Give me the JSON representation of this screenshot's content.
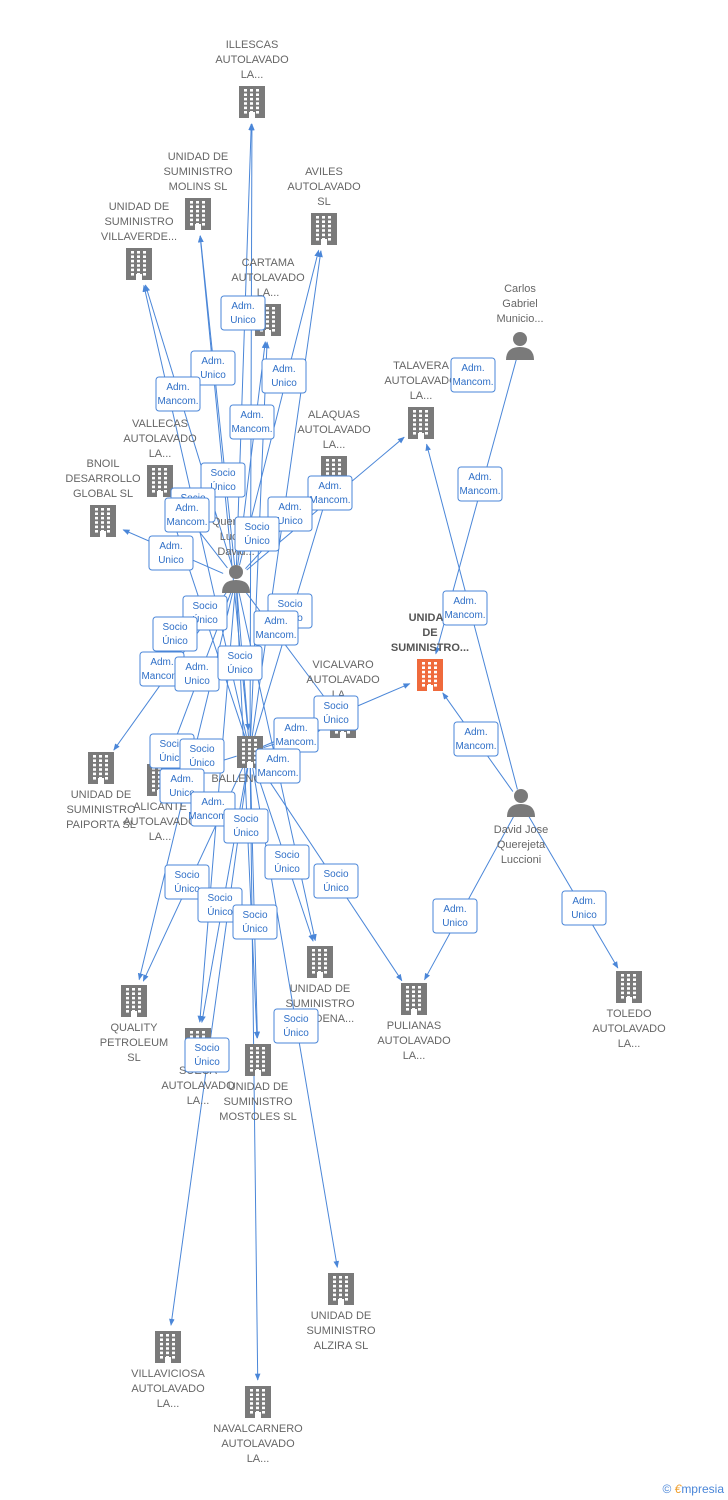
{
  "colors": {
    "building": "#7a7a7a",
    "building_focus": "#ef6a3c",
    "person": "#7a7a7a",
    "edge": "#4a86d8",
    "badge_text": "#2f6fc7"
  },
  "nodes": [
    {
      "id": "illescas",
      "kind": "company",
      "lines": [
        "ILLESCAS",
        "AUTOLAVADO",
        "LA..."
      ]
    },
    {
      "id": "molins",
      "kind": "company",
      "lines": [
        "UNIDAD DE",
        "SUMINISTRO",
        "MOLINS SL"
      ]
    },
    {
      "id": "aviles",
      "kind": "company",
      "lines": [
        "AVILES",
        "AUTOLAVADO",
        "SL"
      ]
    },
    {
      "id": "villaverde",
      "kind": "company",
      "lines": [
        "UNIDAD DE",
        "SUMINISTRO",
        "VILLAVERDE..."
      ]
    },
    {
      "id": "cartama",
      "kind": "company",
      "lines": [
        "CARTAMA",
        "AUTOLAVADO",
        "LA..."
      ]
    },
    {
      "id": "carlos",
      "kind": "person",
      "lines": [
        "Carlos",
        "Gabriel",
        "Municio..."
      ]
    },
    {
      "id": "talavera",
      "kind": "company",
      "lines": [
        "TALAVERA",
        "AUTOLAVADO",
        "LA..."
      ]
    },
    {
      "id": "vallecas",
      "kind": "company",
      "lines": [
        "VALLECAS",
        "AUTOLAVADO",
        "LA..."
      ]
    },
    {
      "id": "alaquas",
      "kind": "company",
      "lines": [
        "ALAQUAS",
        "AUTOLAVADO",
        "LA..."
      ]
    },
    {
      "id": "bnoil",
      "kind": "company",
      "lines": [
        "BNOIL",
        "DESARROLLO",
        "GLOBAL SL"
      ]
    },
    {
      "id": "querejeta_luc",
      "kind": "person",
      "lines": [
        "Querejeta",
        "Lucc...",
        "David..."
      ]
    },
    {
      "id": "focus",
      "kind": "focus",
      "lines": [
        "UNIDAD",
        "DE",
        "SUMINISTRO..."
      ]
    },
    {
      "id": "vicalvaro",
      "kind": "company",
      "lines": [
        "VICALVARO",
        "AUTOLAVADO",
        "LA..."
      ]
    },
    {
      "id": "paiporta",
      "kind": "company",
      "lines": [
        "UNIDAD DE",
        "SUMINISTRO",
        "PAIPORTA SL"
      ]
    },
    {
      "id": "alicante",
      "kind": "company",
      "lines": [
        "ALICANTE",
        "AUTOLAVADO",
        "LA..."
      ]
    },
    {
      "id": "ballenoil",
      "kind": "company",
      "lines": [
        "BALLENOIL SA"
      ]
    },
    {
      "id": "david",
      "kind": "person",
      "lines": [
        "David Jose",
        "Querejeta",
        "Luccioni"
      ]
    },
    {
      "id": "quality",
      "kind": "company",
      "lines": [
        "QUALITY",
        "PETROLEUM",
        "SL"
      ]
    },
    {
      "id": "cadena",
      "kind": "company",
      "lines": [
        "UNIDAD DE",
        "SUMINISTRO",
        "E. CADENA..."
      ]
    },
    {
      "id": "pulianas",
      "kind": "company",
      "lines": [
        "PULIANAS",
        "AUTOLAVADO",
        "LA..."
      ]
    },
    {
      "id": "toledo",
      "kind": "company",
      "lines": [
        "TOLEDO",
        "AUTOLAVADO",
        "LA..."
      ]
    },
    {
      "id": "sueca",
      "kind": "company",
      "lines": [
        "SUECA",
        "AUTOLAVADO",
        "LA..."
      ]
    },
    {
      "id": "mostoles",
      "kind": "company",
      "lines": [
        "UNIDAD DE",
        "SUMINISTRO",
        "MOSTOLES SL"
      ]
    },
    {
      "id": "alzira",
      "kind": "company",
      "lines": [
        "UNIDAD DE",
        "SUMINISTRO",
        "ALZIRA SL"
      ]
    },
    {
      "id": "villaviciosa",
      "kind": "company",
      "lines": [
        "VILLAVICIOSA",
        "AUTOLAVADO",
        "LA..."
      ]
    },
    {
      "id": "navalcarnero",
      "kind": "company",
      "lines": [
        "NAVALCARNERO",
        "AUTOLAVADO",
        "LA..."
      ]
    }
  ],
  "badges": [
    {
      "lines": [
        "Adm.",
        "Unico"
      ]
    },
    {
      "lines": [
        "Adm.",
        "Unico"
      ]
    },
    {
      "lines": [
        "Adm.",
        "Mancom."
      ]
    },
    {
      "lines": [
        "Adm.",
        "Unico"
      ]
    },
    {
      "lines": [
        "Adm.",
        "Mancom."
      ]
    },
    {
      "lines": [
        "Adm.",
        "Mancom."
      ]
    },
    {
      "lines": [
        "Adm.",
        "Mancom."
      ]
    },
    {
      "lines": [
        "Socio",
        "Único"
      ]
    },
    {
      "lines": [
        "Socio",
        "Único"
      ]
    },
    {
      "lines": [
        "Adm.",
        "Mancom."
      ]
    },
    {
      "lines": [
        "Adm.",
        "Mancom."
      ]
    },
    {
      "lines": [
        "Adm.",
        "Unico"
      ]
    },
    {
      "lines": [
        "Socio",
        "Único"
      ]
    },
    {
      "lines": [
        "Adm.",
        "Unico"
      ]
    },
    {
      "lines": [
        "Adm.",
        "Mancom."
      ]
    },
    {
      "lines": [
        "Socio",
        "Único"
      ]
    },
    {
      "lines": [
        "Socio",
        "Único"
      ]
    },
    {
      "lines": [
        "Socio",
        "Único"
      ]
    },
    {
      "lines": [
        "Adm.",
        "Mancom."
      ]
    },
    {
      "lines": [
        "Adm.",
        "Mancom."
      ]
    },
    {
      "lines": [
        "Adm.",
        "Unico"
      ]
    },
    {
      "lines": [
        "Socio",
        "Único"
      ]
    },
    {
      "lines": [
        "Socio",
        "Único"
      ]
    },
    {
      "lines": [
        "Adm.",
        "Mancom."
      ]
    },
    {
      "lines": [
        "Socio",
        "Único"
      ]
    },
    {
      "lines": [
        "Socio",
        "Único"
      ]
    },
    {
      "lines": [
        "Adm.",
        "Mancom."
      ]
    },
    {
      "lines": [
        "Adm.",
        "Unico"
      ]
    },
    {
      "lines": [
        "Adm.",
        "Mancom."
      ]
    },
    {
      "lines": [
        "Adm.",
        "Mancom...."
      ]
    },
    {
      "lines": [
        "Socio",
        "Único"
      ]
    },
    {
      "lines": [
        "Socio",
        "Único"
      ]
    },
    {
      "lines": [
        "Socio",
        "Único"
      ]
    },
    {
      "lines": [
        "Socio",
        "Único"
      ]
    },
    {
      "lines": [
        "Socio",
        "Único"
      ]
    },
    {
      "lines": [
        "Adm.",
        "Unico"
      ]
    },
    {
      "lines": [
        "Adm.",
        "Unico"
      ]
    },
    {
      "lines": [
        "Socio",
        "Único"
      ]
    },
    {
      "lines": [
        "Socio",
        "Único"
      ]
    },
    {
      "lines": [
        "Socio",
        "Único"
      ]
    }
  ],
  "edges": [
    [
      "querejeta_luc",
      "illescas"
    ],
    [
      "querejeta_luc",
      "molins"
    ],
    [
      "querejeta_luc",
      "aviles"
    ],
    [
      "querejeta_luc",
      "villaverde"
    ],
    [
      "querejeta_luc",
      "cartama"
    ],
    [
      "querejeta_luc",
      "vallecas"
    ],
    [
      "querejeta_luc",
      "alaquas"
    ],
    [
      "querejeta_luc",
      "bnoil"
    ],
    [
      "querejeta_luc",
      "talavera"
    ],
    [
      "querejeta_luc",
      "vicalvaro"
    ],
    [
      "querejeta_luc",
      "paiporta"
    ],
    [
      "querejeta_luc",
      "alicante"
    ],
    [
      "querejeta_luc",
      "ballenoil"
    ],
    [
      "querejeta_luc",
      "quality"
    ],
    [
      "querejeta_luc",
      "sueca"
    ],
    [
      "querejeta_luc",
      "mostoles"
    ],
    [
      "querejeta_luc",
      "cadena"
    ],
    [
      "ballenoil",
      "illescas"
    ],
    [
      "ballenoil",
      "molins"
    ],
    [
      "ballenoil",
      "aviles"
    ],
    [
      "ballenoil",
      "villaverde"
    ],
    [
      "ballenoil",
      "cartama"
    ],
    [
      "ballenoil",
      "vallecas"
    ],
    [
      "ballenoil",
      "alaquas"
    ],
    [
      "ballenoil",
      "focus"
    ],
    [
      "ballenoil",
      "vicalvaro"
    ],
    [
      "ballenoil",
      "alicante"
    ],
    [
      "ballenoil",
      "quality"
    ],
    [
      "ballenoil",
      "cadena"
    ],
    [
      "ballenoil",
      "pulianas"
    ],
    [
      "ballenoil",
      "sueca"
    ],
    [
      "ballenoil",
      "mostoles"
    ],
    [
      "ballenoil",
      "alzira"
    ],
    [
      "ballenoil",
      "villaviciosa"
    ],
    [
      "ballenoil",
      "navalcarnero"
    ],
    [
      "carlos",
      "focus"
    ],
    [
      "david",
      "talavera"
    ],
    [
      "david",
      "focus"
    ],
    [
      "david",
      "pulianas"
    ],
    [
      "david",
      "toledo"
    ]
  ]
}
